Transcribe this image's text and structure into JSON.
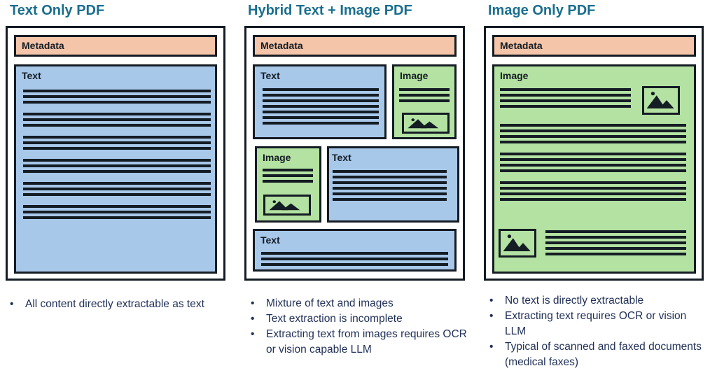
{
  "columns": [
    {
      "title": "Text Only PDF",
      "metadata_label": "Metadata",
      "blocks": [
        "Text"
      ],
      "bullets": [
        "All content directly extractable as text"
      ]
    },
    {
      "title": "Hybrid Text + Image PDF",
      "metadata_label": "Metadata",
      "blocks": [
        "Text",
        "Image",
        "Image",
        "Text",
        "Text"
      ],
      "bullets": [
        "Mixture of text and images",
        "Text extraction is incomplete",
        "Extracting text from images requires OCR or vision capable LLM"
      ]
    },
    {
      "title": "Image Only PDF",
      "metadata_label": "Metadata",
      "blocks": [
        "Image"
      ],
      "bullets": [
        "No text is directly extractable",
        "Extracting text requires OCR or vision LLM",
        "Typical of scanned and faxed documents (medical faxes)"
      ]
    }
  ],
  "colors": {
    "title": "#1a6e8e",
    "metadata_fill": "#f5c5a9",
    "text_fill": "#a8c8ea",
    "image_fill": "#b4e2a2",
    "outline": "#141c24",
    "bullet_text": "#1f2f56"
  },
  "icons": {
    "picture": "landscape-picture-icon",
    "bullet": "bullet-dot"
  }
}
